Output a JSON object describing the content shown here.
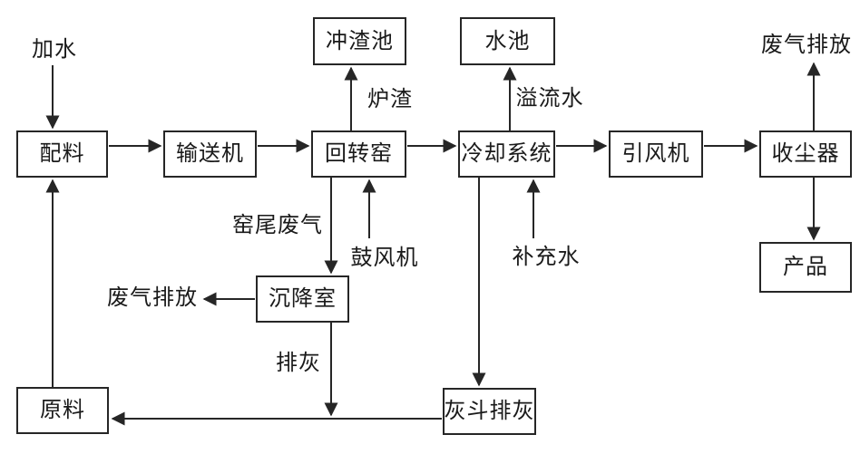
{
  "diagram": {
    "type": "flowchart",
    "language": "zh-CN",
    "colors": {
      "background": "#ffffff",
      "line": "#262626",
      "box_border": "#262626",
      "box_fill": "#ffffff",
      "text": "#1a1a1a"
    },
    "nodes": {
      "peiliao": "配料",
      "shusongji": "输送机",
      "huizhuanyao": "回转窑",
      "lengquexitong": "冷却系统",
      "yinfengji": "引风机",
      "shouchenqi": "收尘器",
      "chongzhachi": "冲渣池",
      "shuichi": "水池",
      "chenjiangshi": "沉降室",
      "yuanliao": "原料",
      "huidoupaihui": "灰斗排灰",
      "chanpin": "产品"
    },
    "flow_labels": {
      "jiashui": "加水",
      "luzha": "炉渣",
      "yiliushui": "溢流水",
      "feiqi_paifang_top": "废气排放",
      "yaowei_feiqi": "窑尾废气",
      "gufengji": "鼓风机",
      "buchongshui": "补充水",
      "feiqi_paifang_left": "废气排放",
      "paihui": "排灰"
    },
    "edges": [
      {
        "from": "jiashui",
        "to": "peiliao"
      },
      {
        "from": "peiliao",
        "to": "shusongji"
      },
      {
        "from": "shusongji",
        "to": "huizhuanyao"
      },
      {
        "from": "huizhuanyao",
        "to": "lengquexitong"
      },
      {
        "from": "lengquexitong",
        "to": "yinfengji"
      },
      {
        "from": "yinfengji",
        "to": "shouchenqi"
      },
      {
        "from": "huizhuanyao",
        "to": "chongzhachi",
        "label": "luzha"
      },
      {
        "from": "lengquexitong",
        "to": "shuichi",
        "label": "yiliushui"
      },
      {
        "from": "shouchenqi",
        "to": "feiqi_paifang_top"
      },
      {
        "from": "shouchenqi",
        "to": "chanpin"
      },
      {
        "from": "huizhuanyao",
        "to": "chenjiangshi",
        "label": "yaowei_feiqi"
      },
      {
        "from": "gufengji",
        "to": "huizhuanyao"
      },
      {
        "from": "lengquexitong",
        "to": "huidoupaihui"
      },
      {
        "from": "buchongshui",
        "to": "lengquexitong"
      },
      {
        "from": "chenjiangshi",
        "to": "feiqi_paifang_left"
      },
      {
        "from": "chenjiangshi",
        "to": "yuanliao",
        "label": "paihui"
      },
      {
        "from": "huidoupaihui",
        "to": "yuanliao"
      },
      {
        "from": "yuanliao",
        "to": "peiliao"
      }
    ]
  }
}
